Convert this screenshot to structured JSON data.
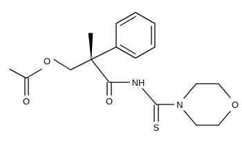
{
  "molecule": {
    "atoms": {
      "ester_oxygen": "O",
      "carbonyl_oxygen_acetyl": "O",
      "carbonyl_oxygen_amide": "O",
      "amide_nh": "NH",
      "thione_sulfur": "S",
      "morpholine_nitrogen": "N",
      "morpholine_oxygen": "O"
    },
    "colors": {
      "bond": "#000000",
      "label": "#000000",
      "background": "#ffffff"
    }
  }
}
